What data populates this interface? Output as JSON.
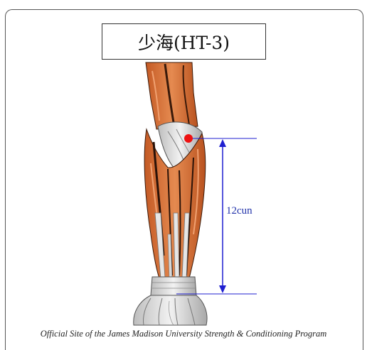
{
  "title": "少海(HT-3)",
  "measurement": {
    "label": "12cun",
    "color": "#1f1fd0"
  },
  "point": {
    "color": "#ee1111"
  },
  "credit": "Official Site of the James Madison University Strength & Conditioning Program",
  "illustration": {
    "subject": "anterior-forearm-muscles",
    "muscle_color": "#d9743e",
    "tendon_color": "#dcdcdc"
  }
}
